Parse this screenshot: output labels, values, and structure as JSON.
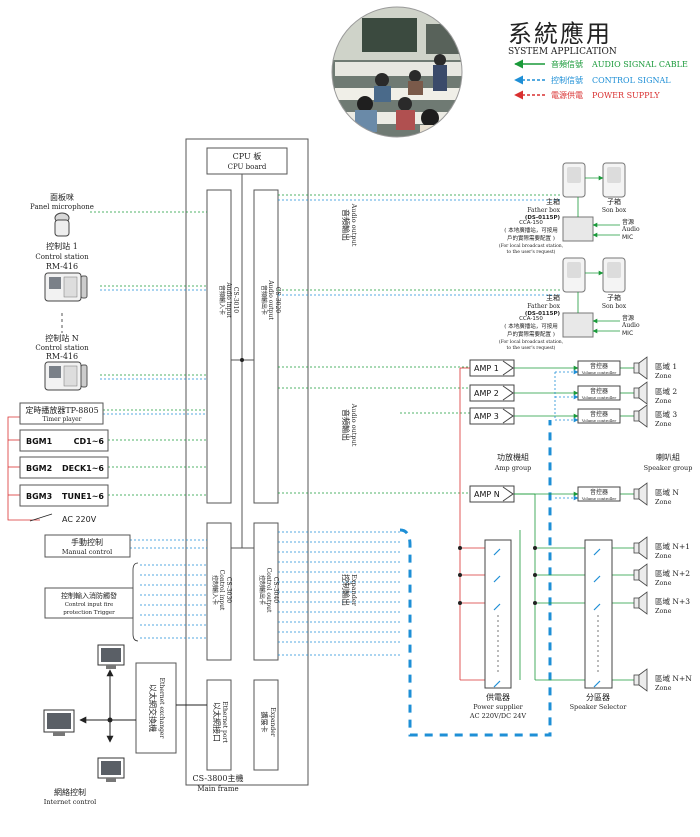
{
  "title": {
    "zh": "系統應用",
    "en": "SYSTEM APPLICATION"
  },
  "legend": [
    {
      "zh": "音頻信號",
      "en": "AUDIO SIGNAL CABLE",
      "color": "#1a9a3a"
    },
    {
      "zh": "控制信號",
      "en": "CONTROL SIGNAL",
      "color": "#1e8fd6"
    },
    {
      "zh": "電源供電",
      "en": "POWER SUPPLY",
      "color": "#d93030"
    }
  ],
  "colors": {
    "audio": "#1a9a3a",
    "control": "#1e8fd6",
    "power": "#d93030",
    "frame": "#444444"
  },
  "left": {
    "panel_mic": {
      "zh": "面板咪",
      "en": "Panel microphone"
    },
    "station1": {
      "zh": "控制站 1",
      "en": "Control station",
      "model": "RM-416"
    },
    "stationN": {
      "zh": "控制站 N",
      "en": "Control station",
      "model": "RM-416"
    },
    "timer": {
      "zh": "定時播放器TP-8805",
      "en": "Timer player"
    },
    "bgm": [
      {
        "name": "BGM1",
        "src": "CD1~6"
      },
      {
        "name": "BGM2",
        "src": "DECK1~6"
      },
      {
        "name": "BGM3",
        "src": "TUNE1~6"
      }
    ],
    "ac": "AC 220V",
    "manual": {
      "zh": "手動控制",
      "en": "Manual control"
    },
    "fire": {
      "zh": "控制輸入消防觸發",
      "en1": "Control input fire",
      "en2": "protection Trigger"
    },
    "ethernet": {
      "zh": "以太網交換機",
      "en": "Ethernet exchanger"
    },
    "internet": {
      "zh": "網絡控制",
      "en": "Internet control"
    }
  },
  "mainframe": {
    "cpu": {
      "zh": "CPU 板",
      "en": "CPU board"
    },
    "audio_in": {
      "zh": "音頻輸入卡",
      "en": "Audio input",
      "model": "CS-3010"
    },
    "audio_out": {
      "zh": "音頻輸出卡",
      "en": "Audio output",
      "model": "CS-3020"
    },
    "ctrl_in": {
      "zh": "控制輸入卡",
      "en": "Control input",
      "model": "CS-3030"
    },
    "ctrl_out": {
      "zh": "控制輸出卡",
      "en": "Control output",
      "model": "CS-3040"
    },
    "eth_port": {
      "zh": "以太網接口",
      "en": "Ethernet port"
    },
    "expander": {
      "zh": "擴展卡",
      "en": "Expander"
    },
    "name": {
      "zh": "CS-3800主機",
      "en": "Main frame"
    }
  },
  "mid_labels": {
    "audio_out_1": {
      "zh": "音頻輸出",
      "en": "Audio output"
    },
    "audio_out_2": {
      "zh": "音頻輸出",
      "en": "Audio output"
    },
    "ctrl_out": {
      "zh": "控制輸出",
      "en": "Expander"
    }
  },
  "boxes": {
    "father": {
      "zh": "主箱",
      "en": "Father box",
      "model": "(DS-0115P)"
    },
    "son": {
      "zh": "子箱",
      "en": "Son box"
    },
    "cca": "CCA-150",
    "note_zh1": "( 本地廣播站，可按用",
    "note_zh2": "戶的實際需要配置 )",
    "note_en1": "(For local broadcast station,",
    "note_en2": "to the user's request)",
    "audio": {
      "zh": "音源",
      "en": "Audio"
    },
    "mic": {
      "zh": "咪",
      "en": "MIC"
    }
  },
  "amps": [
    "AMP 1",
    "AMP 2",
    "AMP 3",
    "AMP N"
  ],
  "amp_group": {
    "zh": "功放機組",
    "en": "Amp group"
  },
  "speaker_group": {
    "zh": "喇叭組",
    "en": "Speaker group"
  },
  "volume": {
    "zh": "音控器",
    "en": "Volume controller"
  },
  "zones": [
    {
      "zh": "區域 1",
      "en": "Zone"
    },
    {
      "zh": "區域 2",
      "en": "Zone"
    },
    {
      "zh": "區域 3",
      "en": "Zone"
    },
    {
      "zh": "區域 N",
      "en": "Zone"
    },
    {
      "zh": "區域 N+1",
      "en": "Zone"
    },
    {
      "zh": "區域 N+2",
      "en": "Zone"
    },
    {
      "zh": "區域 N+3",
      "en": "Zone"
    },
    {
      "zh": "區域 N+N",
      "en": "Zone"
    }
  ],
  "supplier": {
    "zh": "供電器",
    "en": "Power supplier",
    "spec": "AC 220V/DC 24V"
  },
  "selector": {
    "zh": "分區器",
    "en": "Speaker Selector"
  }
}
